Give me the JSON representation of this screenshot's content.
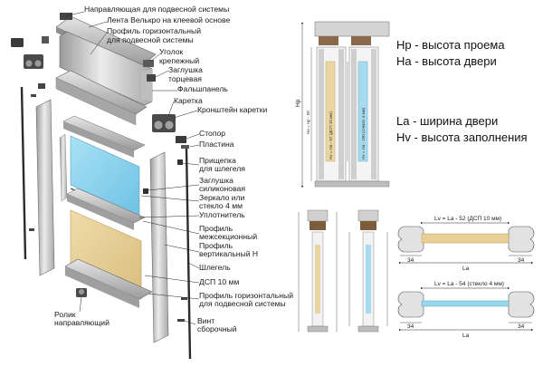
{
  "labels": {
    "guide_top": "Направляющая для подвесной системы",
    "velcro": "Лента Велькро на клеевой основе",
    "top_profile": "Профиль горизонтальный",
    "top_profile_2": "для подвесной системы",
    "corner": "Уголок",
    "corner_2": "крепежный",
    "end_cap": "Заглушка",
    "end_cap_2": "торцевая",
    "fascia": "Фальшпанель",
    "carriage": "Каретка",
    "carriage_bracket": "Кронштейн каретки",
    "stopper": "Стопор",
    "plate": "Пластина",
    "clip": "Прищепка",
    "clip_2": "для шлегеля",
    "silicone_cap": "Заглушка",
    "silicone_cap_2": "силиконовая",
    "mirror": "Зеркало или",
    "mirror_2": "стекло 4 мм",
    "seal": "Уплотнитель",
    "mid_profile": "Профиль",
    "mid_profile_2": "межсекционный",
    "vert_profile": "Профиль",
    "vert_profile_2": "вертикальный Н",
    "schlegel": "Шлегель",
    "dsp": "ДСП 10 мм",
    "bottom_profile": "Профиль горизонтальный",
    "bottom_profile_2": "для подвесной системы",
    "roller": "Ролик",
    "roller_2": "направляющий",
    "screw": "Винт",
    "screw_2": "сборочный"
  },
  "legend": {
    "hp": "Hp - высота проема",
    "ha": "Ha - высота двери",
    "la": "La - ширина двери",
    "hv": "Hv - высота заполнения"
  },
  "dims": {
    "hp": "Hp",
    "ha_formula": "Ha = Hp - 50",
    "hv_dsp": "Hv = Ha - 97 (ДСП 10 мм)",
    "hv_glass": "Hv = Ha - 100 (стекло 4 мм)",
    "lv_dsp": "Lv = La - 52 (ДСП 10 мм)",
    "lv_glass": "Lv = La - 54 (стекло 4 мм)",
    "la": "La",
    "side_offset": "34"
  },
  "colors": {
    "profile": "#c9c9c9",
    "glass": "#8fd3ee",
    "dsp": "#e8cf95",
    "leader": "#222222",
    "dark_part": "#3a3a3a"
  }
}
